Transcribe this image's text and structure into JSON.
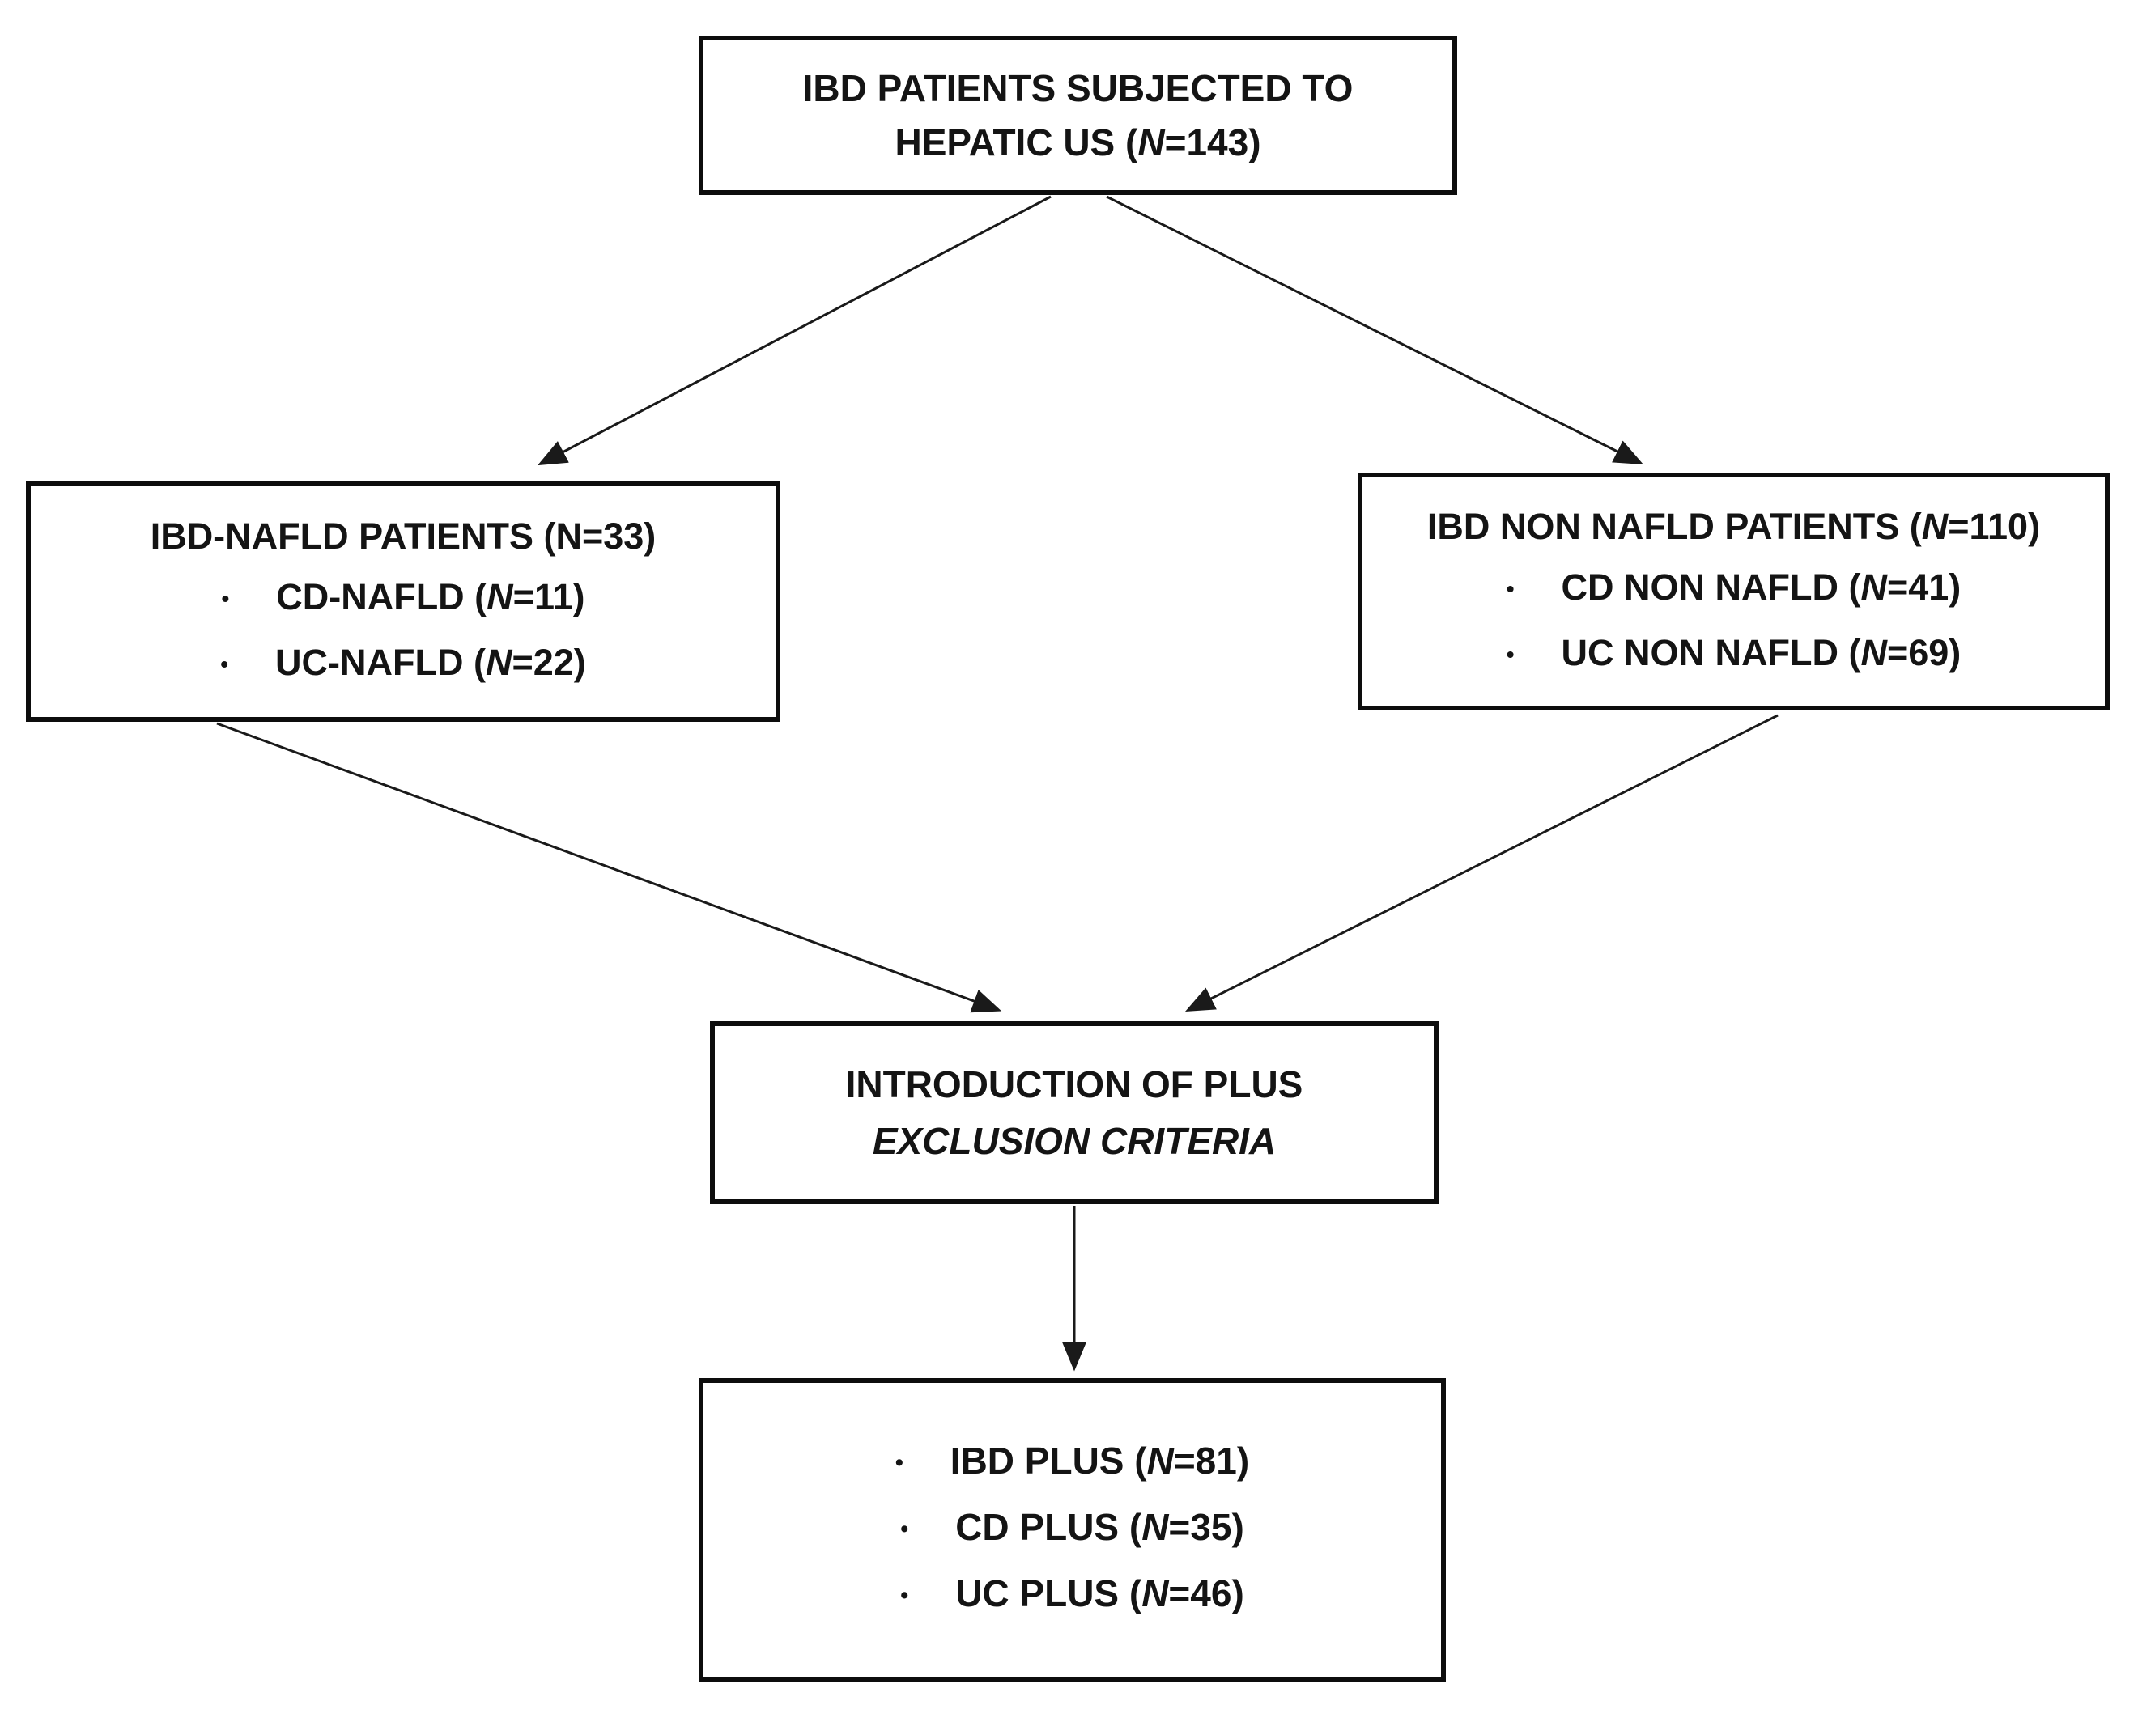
{
  "diagram": {
    "background_color": "#ffffff",
    "box_border_color": "#0d0d0d",
    "text_color": "#141414",
    "arrow_color": "#1a1a1a",
    "nodes": {
      "top": {
        "lines": [
          {
            "segments": [
              {
                "t": "IBD PATIENTS SUBJECTED TO"
              }
            ]
          },
          {
            "segments": [
              {
                "t": "HEPATIC US ("
              },
              {
                "t": "N",
                "italic": true
              },
              {
                "t": "=143)"
              }
            ]
          }
        ]
      },
      "left": {
        "lines": [
          {
            "segments": [
              {
                "t": "IBD-NAFLD PATIENTS (N=33)"
              }
            ]
          },
          {
            "bullet": true,
            "segments": [
              {
                "t": "CD-NAFLD ("
              },
              {
                "t": "N",
                "italic": true
              },
              {
                "t": "=11)"
              }
            ]
          },
          {
            "bullet": true,
            "segments": [
              {
                "t": "UC-NAFLD ("
              },
              {
                "t": "N",
                "italic": true
              },
              {
                "t": "=22)"
              }
            ]
          }
        ]
      },
      "right": {
        "lines": [
          {
            "segments": [
              {
                "t": "IBD NON NAFLD PATIENTS ("
              },
              {
                "t": "N",
                "italic": true
              },
              {
                "t": "=110)"
              }
            ]
          },
          {
            "bullet": true,
            "segments": [
              {
                "t": "CD NON NAFLD ("
              },
              {
                "t": "N",
                "italic": true
              },
              {
                "t": "=41)"
              }
            ]
          },
          {
            "bullet": true,
            "segments": [
              {
                "t": "UC NON NAFLD ("
              },
              {
                "t": "N",
                "italic": true
              },
              {
                "t": "=69)"
              }
            ]
          }
        ]
      },
      "middle": {
        "lines": [
          {
            "segments": [
              {
                "t": "INTRODUCTION OF PLUS"
              }
            ]
          },
          {
            "segments": [
              {
                "t": "EXCLUSION CRITERIA",
                "italic": true
              }
            ]
          }
        ]
      },
      "bottom": {
        "lines": [
          {
            "bullet": true,
            "segments": [
              {
                "t": "IBD PLUS ("
              },
              {
                "t": "N",
                "italic": true
              },
              {
                "t": "=81)"
              }
            ]
          },
          {
            "bullet": true,
            "segments": [
              {
                "t": "CD PLUS ("
              },
              {
                "t": "N",
                "italic": true
              },
              {
                "t": "=35)"
              }
            ]
          },
          {
            "bullet": true,
            "segments": [
              {
                "t": "UC PLUS ("
              },
              {
                "t": "N",
                "italic": true
              },
              {
                "t": "=46)"
              }
            ]
          }
        ]
      }
    },
    "edges": [
      {
        "from": "top",
        "to": "left"
      },
      {
        "from": "top",
        "to": "right"
      },
      {
        "from": "left",
        "to": "middle"
      },
      {
        "from": "right",
        "to": "middle"
      },
      {
        "from": "middle",
        "to": "bottom"
      }
    ]
  }
}
